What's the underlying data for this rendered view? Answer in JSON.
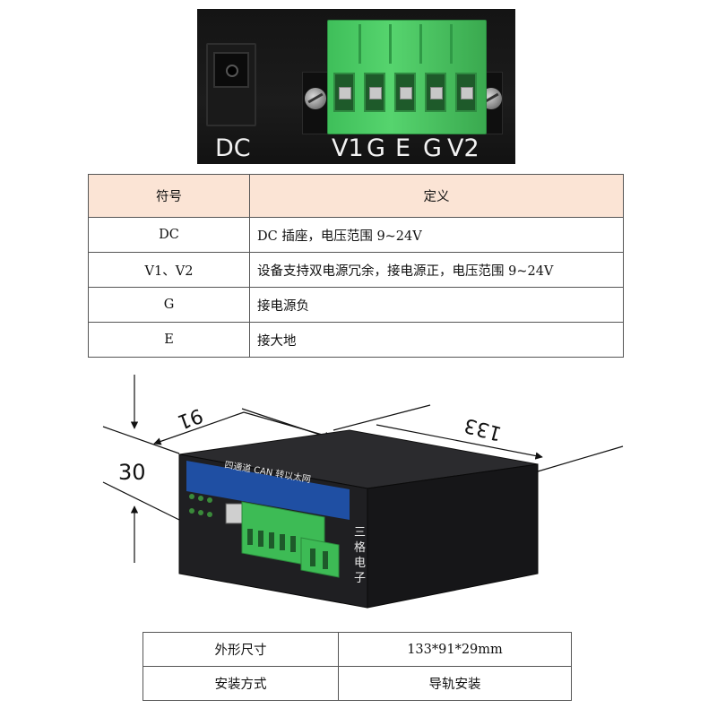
{
  "connector_photo": {
    "labels": {
      "dc": "DC",
      "v1": "V1",
      "g1": "G",
      "e": "E",
      "g2": "G",
      "v2": "V2"
    }
  },
  "definition_table": {
    "headers": [
      "符号",
      "定义"
    ],
    "rows": [
      [
        "DC",
        "DC 插座，电压范围 9~24V"
      ],
      [
        "V1、V2",
        "设备支持双电源冗余，接电源正，电压范围 9~24V"
      ],
      [
        "G",
        "接电源负"
      ],
      [
        "E",
        "接大地"
      ]
    ]
  },
  "device_drawing": {
    "dimensions": {
      "width": "91",
      "length": "133",
      "height": "30"
    },
    "front_panel_title": "四通道 CAN 转以太网",
    "side_brand_chars": [
      "三",
      "格",
      "电",
      "子"
    ],
    "colors": {
      "body": "#1c1c1e",
      "panel_blue": "#1f4fa3",
      "terminal_green": "#3dbb55"
    }
  },
  "spec_table": {
    "rows": [
      [
        "外形尺寸",
        "133*91*29mm"
      ],
      [
        "安装方式",
        "导轨安装"
      ]
    ]
  }
}
